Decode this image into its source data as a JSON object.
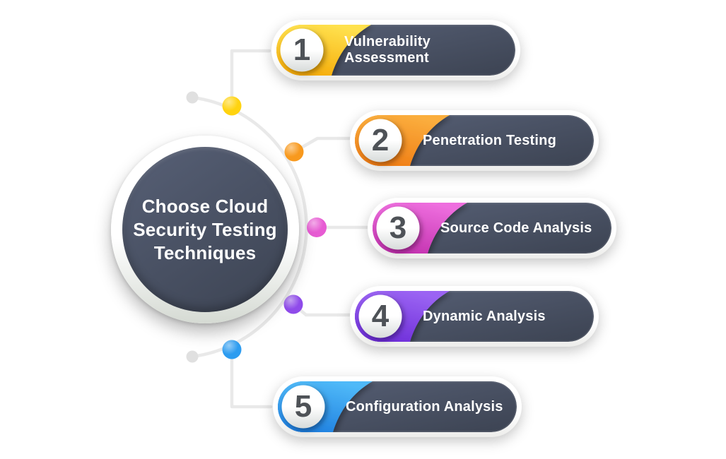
{
  "center": {
    "lines": [
      "Choose Cloud",
      "Security Testing",
      "Techniques"
    ]
  },
  "steps": [
    {
      "number": "1",
      "label": "Vulnerability Assessment",
      "accent_light": "#FFE14E",
      "accent_dark": "#F5A804",
      "dot": "#FFD30F"
    },
    {
      "number": "2",
      "label": "Penetration Testing",
      "accent_light": "#FBAE3E",
      "accent_dark": "#EF7A12",
      "dot": "#F8991D"
    },
    {
      "number": "3",
      "label": "Source Code Analysis",
      "accent_light": "#EE6EDE",
      "accent_dark": "#C02EAC",
      "dot": "#E75BD3"
    },
    {
      "number": "4",
      "label": "Dynamic Analysis",
      "accent_light": "#9B64F3",
      "accent_dark": "#6B2BD7",
      "dot": "#8F4BEA"
    },
    {
      "number": "5",
      "label": "Configuration Analysis",
      "accent_light": "#4FB9F8",
      "accent_dark": "#1C7CDE",
      "dot": "#2D9CF0"
    }
  ],
  "colors": {
    "slate_light": "#576076",
    "slate_dark": "#3C4352",
    "connector_gray": "#E9E9E9",
    "end_dot_gray": "#E0E0E0",
    "number_color": "#4E5257",
    "label_color": "#FFFFFF"
  }
}
